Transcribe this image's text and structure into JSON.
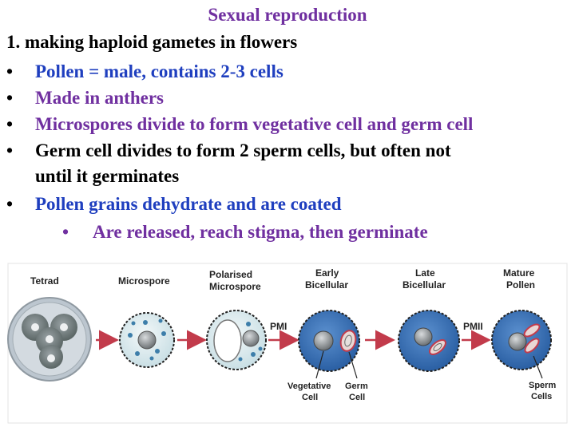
{
  "slide": {
    "title": "Sexual reproduction",
    "heading": "1. making haploid gametes in flowers",
    "bullet_glyph": "•",
    "bullets": [
      {
        "text": "Pollen = male, contains 2-3 cells"
      },
      {
        "text": "Made in anthers"
      },
      {
        "text": "Microspores divide to form vegetative cell and germ cell"
      },
      {
        "text": "Germ cell divides to form 2 sperm cells, but often not",
        "cont": "until it germinates"
      },
      {
        "text": "Pollen grains dehydrate and are coated"
      }
    ],
    "sub_bullet": {
      "text": "Are released, reach stigma, then germinate"
    }
  },
  "figure": {
    "stages": [
      {
        "label": [
          "Tetrad"
        ]
      },
      {
        "label": [
          "Microspore"
        ]
      },
      {
        "label": [
          "Polarised",
          "Microspore"
        ]
      },
      {
        "label": [
          "Early",
          "Bicellular"
        ]
      },
      {
        "label": [
          "Late",
          "Bicellular"
        ]
      },
      {
        "label": [
          "Mature",
          "Pollen"
        ]
      }
    ],
    "transitions": {
      "pmi": "PMI",
      "pmii": "PMII"
    },
    "callouts": {
      "vegetative": [
        "Vegetative",
        "Cell"
      ],
      "germ": [
        "Germ",
        "Cell"
      ],
      "sperm": [
        "Sperm",
        "Cells"
      ]
    },
    "colors": {
      "title": "#7030a0",
      "body_text": "#000000",
      "purple_text": "#7030a0",
      "blue_text": "#1f3fbf",
      "cell_blue": "#2e6db5",
      "cell_light": "#d7e8ec",
      "nucleus_gray": "#8f9497",
      "arrow_red": "#c23b4b"
    }
  }
}
